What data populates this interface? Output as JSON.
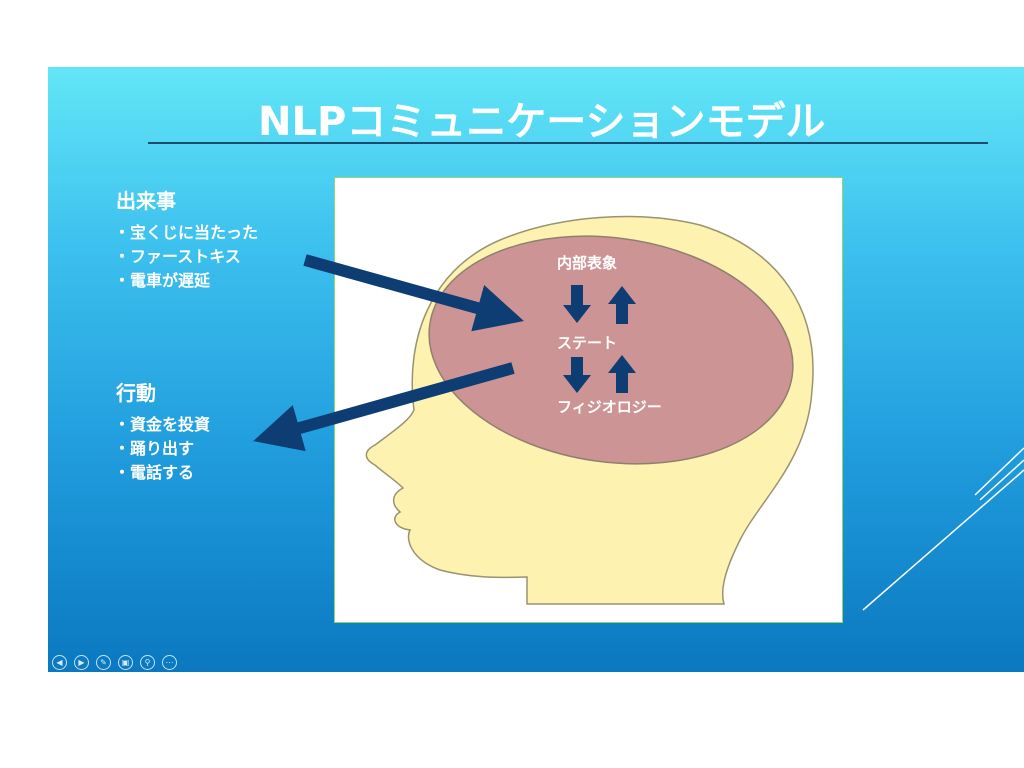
{
  "slide": {
    "title": "NLPコミュニケーションモデル"
  },
  "events": {
    "heading": "出来事",
    "items": [
      "・宝くじに当たった",
      "・ファーストキス",
      "・電車が遅延"
    ]
  },
  "actions": {
    "heading": "行動",
    "items": [
      "・資金を投資",
      "・踊り出す",
      "・電話する"
    ]
  },
  "diagram": {
    "internal": "内部表象",
    "state": "ステート",
    "physiology": "フィジオロジー"
  },
  "controls": [
    "previous",
    "next",
    "pen",
    "slides",
    "zoom",
    "more"
  ],
  "colors": {
    "arrow": "#0d3d73",
    "brain": "#cc9494",
    "skin": "#fdf2b0"
  }
}
